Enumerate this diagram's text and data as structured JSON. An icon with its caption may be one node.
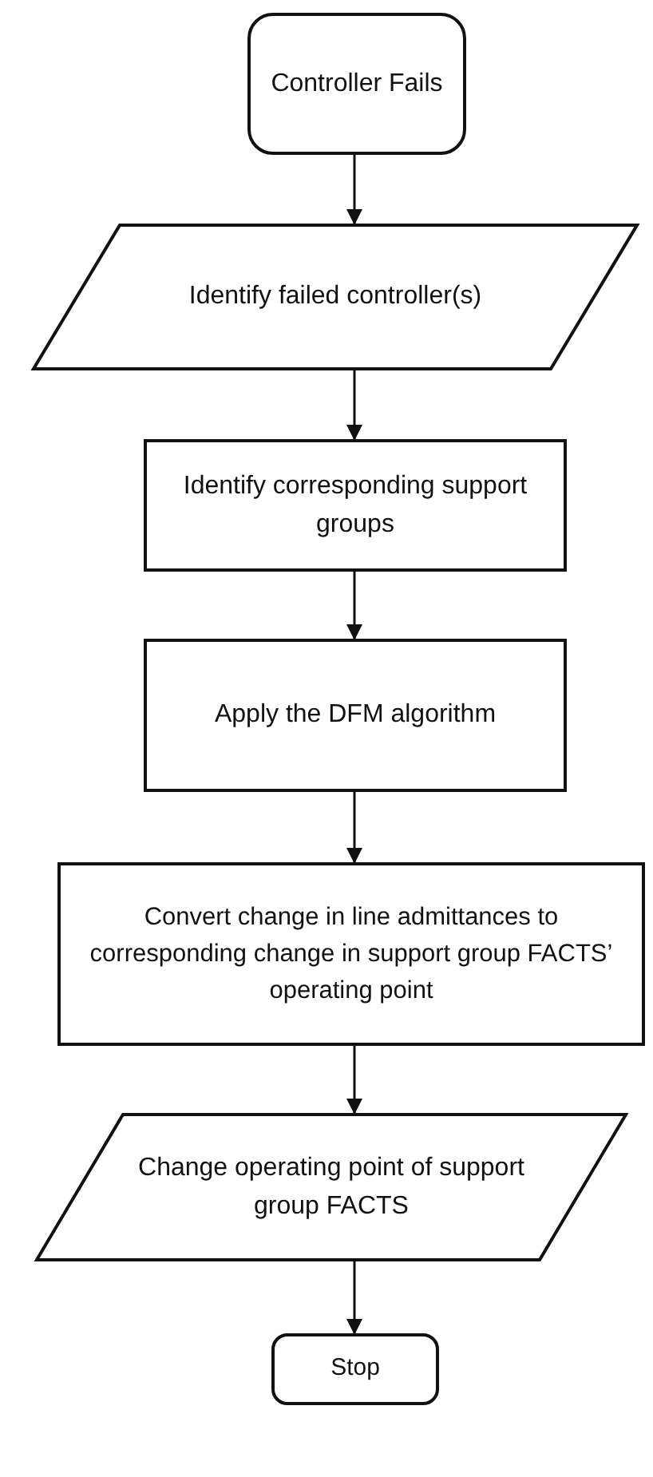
{
  "diagram": {
    "nodes": [
      {
        "text": [
          "Controller Fails"
        ]
      },
      {
        "text": [
          "Identify failed controller(s)"
        ]
      },
      {
        "text": [
          "Identify corresponding support groups"
        ]
      },
      {
        "text": [
          "Apply the DFM algorithm"
        ]
      },
      {
        "text": [
          "Convert change in line admittances to corresponding change in support group FACTS’ operating point"
        ]
      },
      {
        "text": [
          "Change operating point of support group FACTS"
        ]
      },
      {
        "text": [
          "Stop"
        ]
      }
    ],
    "edges": [
      {
        "from": 0,
        "to": 1,
        "arrow": "to"
      },
      {
        "from": 1,
        "to": 2,
        "arrow": "to"
      },
      {
        "from": 2,
        "to": 3,
        "arrow": "to"
      },
      {
        "from": 3,
        "to": 4,
        "arrow": "to"
      },
      {
        "from": 4,
        "to": 5,
        "arrow": "to"
      },
      {
        "from": 5,
        "to": 6,
        "arrow": "to"
      }
    ]
  }
}
